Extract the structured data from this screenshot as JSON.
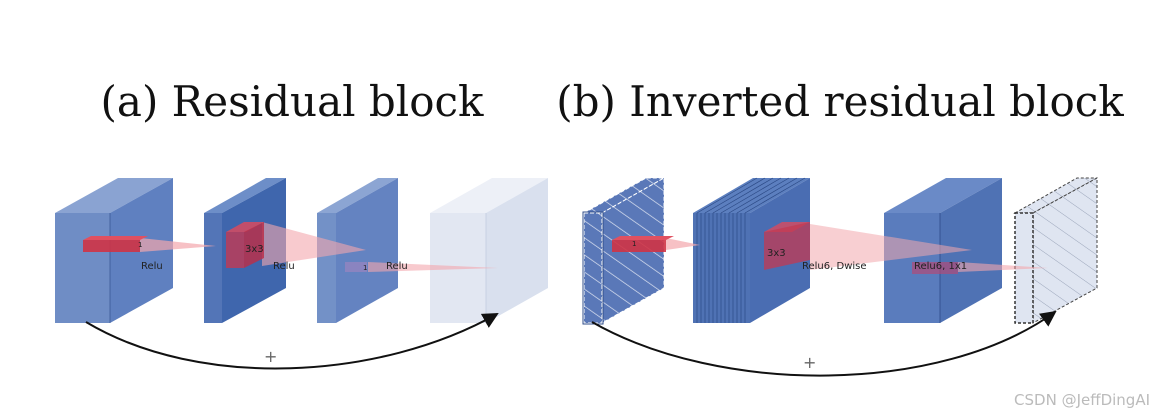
{
  "titles": {
    "a": "(a) Residual block",
    "b": "(b) Inverted residual block"
  },
  "residual": {
    "kernel_1": "1",
    "kernel_3": "3x3",
    "kernel_1b": "1",
    "act_1": "Relu",
    "act_2": "Relu",
    "act_3": "Relu",
    "plus": "+"
  },
  "inverted": {
    "kernel_1": "1",
    "kernel_3": "3x3",
    "act_1": "Relu6, Dwise",
    "act_2": "Relu6, 1x1",
    "plus": "+"
  },
  "watermark": "CSDN @JeffDingAI",
  "colors": {
    "block_blue": "#6f8dc5",
    "block_dark": "#4a6fb5",
    "block_light": "#dfe5f1",
    "kernel_red": "#d43040",
    "cone_pink": "#f3a7ad"
  }
}
